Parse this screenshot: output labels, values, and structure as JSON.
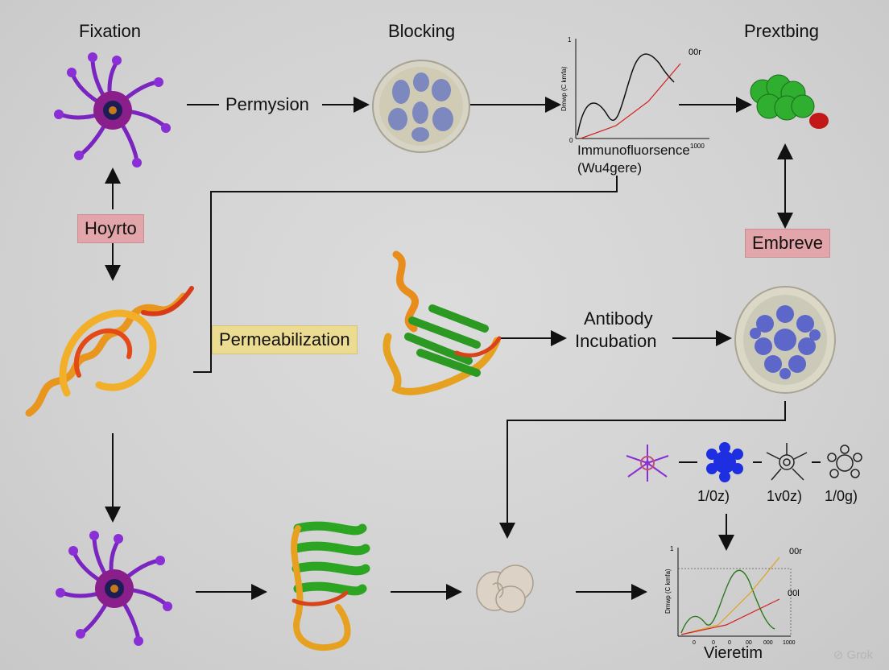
{
  "labels": {
    "fixation": "Fixation",
    "blocking": "Blocking",
    "prextbing": "Prextbing",
    "permysion": "Permysion",
    "hoyrto": "Hoyrto",
    "embreve": "Embreve",
    "permeabilization": "Permeabilization",
    "antibody_line1": "Antibody",
    "antibody_line2": "Incubation",
    "immuno_line1": "Immunofluorsence",
    "immuno_line2": "(Wu4gere)",
    "vieretim": "Vieretim"
  },
  "series_labels": {
    "s1": "1/0z)",
    "s2": "1v0z)",
    "s3": "1/0g)"
  },
  "top_chart": {
    "ylabel": "Dmwp (C kmfa)",
    "series_label": "00r",
    "tick_y_top": "1",
    "tick_origin": "0",
    "tick_x_right": "1000",
    "colors": {
      "line_black": "#111111",
      "line_red": "#d42020"
    }
  },
  "bottom_chart": {
    "ylabel": "Dmwp (C kmfa)",
    "series_label_top": "00r",
    "series_label_bottom": "00l",
    "tick_y_top": "1",
    "x_ticks": [
      "0",
      "0",
      "0",
      "00",
      "000",
      "1000"
    ],
    "colors": {
      "line_green": "#2a7a1e",
      "line_orange": "#e0a020",
      "line_red": "#d42020"
    }
  },
  "watermark": "Grok",
  "icons": {
    "cell_purple": "purple-cell-icon",
    "cell_blocked": "blocked-cell-icon",
    "protein_green": "green-protein-icon",
    "ribbon_orange": "helix-ribbon-icon",
    "ribbon_mixed": "mixed-ribbon-icon",
    "cell_blue": "blue-cell-icon",
    "beta_sheet": "beta-sheet-icon",
    "aggregate": "aggregate-icon"
  }
}
